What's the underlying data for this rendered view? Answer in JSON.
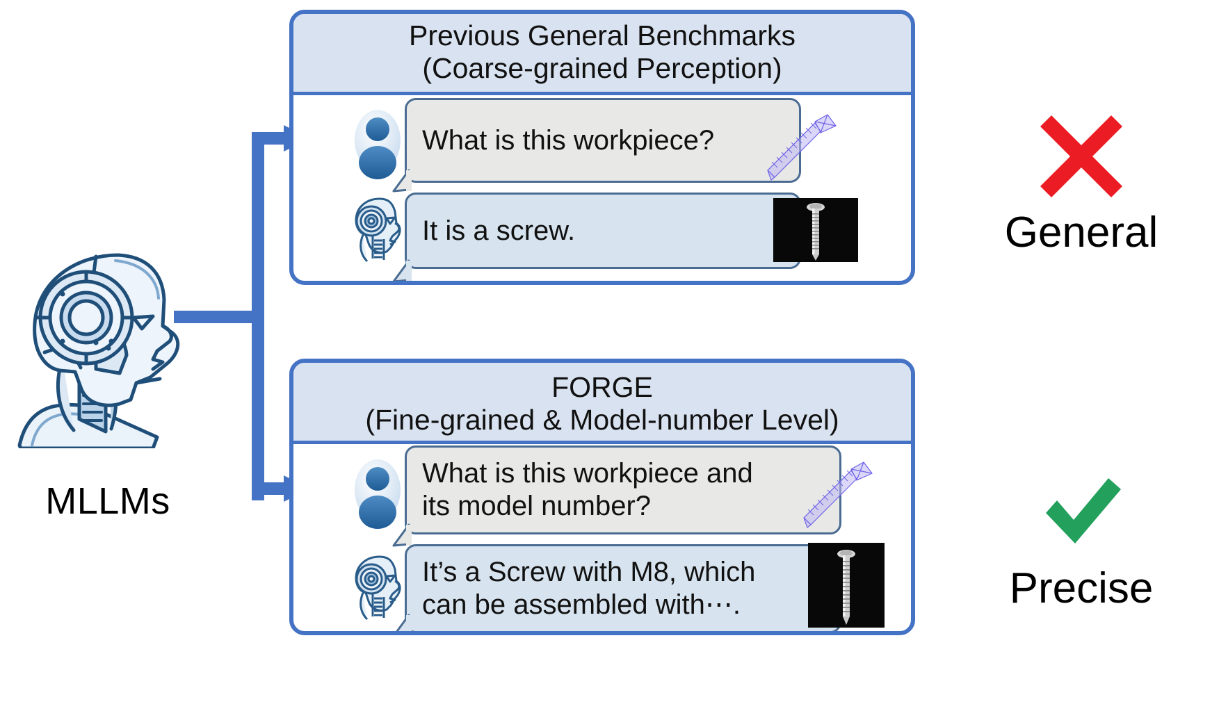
{
  "source": {
    "robot_label": "MLLMs",
    "robot_icon": "robot-head-profile-icon",
    "connector_icon": "branching-arrow-connector-icon"
  },
  "panels": [
    {
      "id": "general",
      "title": "Previous General Benchmarks",
      "subtitle": "(Coarse-grained Perception)",
      "messages": [
        {
          "role": "user",
          "avatar_icon": "user-avatar-icon",
          "text": "What is this workpiece?"
        },
        {
          "role": "assistant",
          "avatar_icon": "robot-avatar-icon",
          "text": "It is a screw."
        }
      ],
      "media": [
        {
          "icon": "cad-wireframe-screw-icon",
          "label": "CAD wireframe screw"
        },
        {
          "icon": "photo-screw-icon",
          "label": "Photo of screw on black background"
        }
      ]
    },
    {
      "id": "forge",
      "title": "FORGE",
      "subtitle": "(Fine-grained & Model-number Level)",
      "messages": [
        {
          "role": "user",
          "avatar_icon": "user-avatar-icon",
          "text": "What is this workpiece and\nits model number?"
        },
        {
          "role": "assistant",
          "avatar_icon": "robot-avatar-icon",
          "text": "It’s a Screw with M8, which\ncan be assembled with⋯."
        }
      ],
      "media": [
        {
          "icon": "cad-wireframe-screw-icon",
          "label": "CAD wireframe screw"
        },
        {
          "icon": "photo-screw-icon",
          "label": "Photo of screw on black background"
        }
      ]
    }
  ],
  "verdicts": [
    {
      "id": "general",
      "mark_icon": "cross-mark-icon",
      "label": "General",
      "color": "#EC1C24"
    },
    {
      "id": "precise",
      "mark_icon": "check-mark-icon",
      "label": "Precise",
      "color": "#22A05C"
    }
  ],
  "colors": {
    "panel_border": "#4472C4",
    "panel_header_fill": "#D9E2F0",
    "user_bubble_fill": "#E8E8E6",
    "bot_bubble_fill": "#D7E3EE",
    "bubble_border": "#4A6C92",
    "connector": "#4472C4",
    "cross": "#EC1C24",
    "check": "#22A05C",
    "robot_line": "#1F4E79",
    "robot_fill": "#AFC9E2"
  }
}
